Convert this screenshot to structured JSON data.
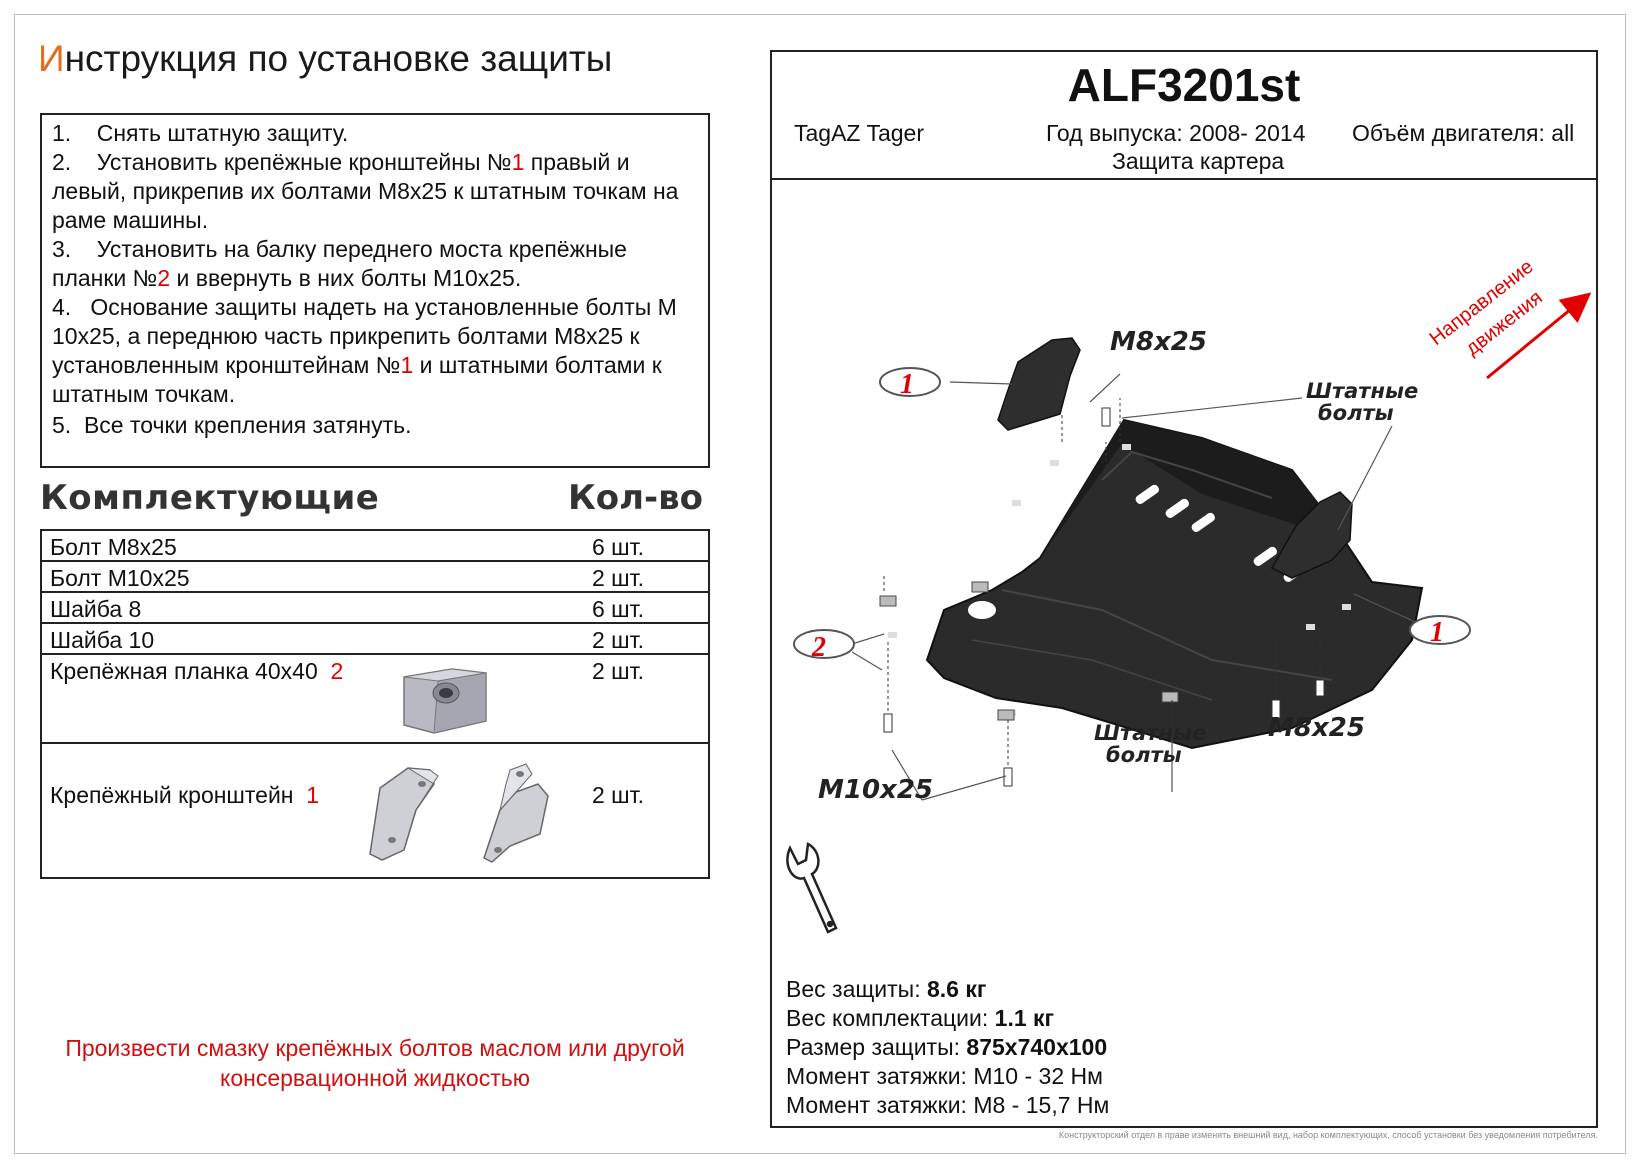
{
  "title": {
    "first_letter": "И",
    "rest": "нструкция по установке защиты"
  },
  "steps": [
    {
      "n": "1.",
      "parts": [
        "Снять штатную защиту."
      ]
    },
    {
      "n": "2.",
      "parts": [
        "Установить крепёжные кронштейны №",
        "1",
        " правый и левый, прикрепив их болтами М8х25 к штатным точкам на раме машины."
      ]
    },
    {
      "n": "3.",
      "parts": [
        "Установить на балку переднего моста крепёжные планки №",
        "2",
        " и ввернуть в них болты М10х25."
      ]
    },
    {
      "n": "4.",
      "parts": [
        "Основание защиты надеть на установленные болты М 10х25, а переднюю часть прикрепить болтами М8х25 к установленным кронштейнам №",
        "1",
        " и штатными болтами к штатным точкам."
      ]
    },
    {
      "n": "5.",
      "parts": [
        "Все точки крепления затянуть."
      ]
    }
  ],
  "kit": {
    "heading": "Комплектующие",
    "qty_heading": "Кол-во",
    "rows": [
      {
        "name": "Болт М8х25",
        "num": "",
        "qty": "6 шт."
      },
      {
        "name": "Болт М10х25",
        "num": "",
        "qty": "2 шт."
      },
      {
        "name": "Шайба 8",
        "num": "",
        "qty": "6 шт."
      },
      {
        "name": "Шайба 10",
        "num": "",
        "qty": "2 шт."
      },
      {
        "name": "Крепёжная планка 40х40",
        "num": "2",
        "qty": "2 шт."
      },
      {
        "name": "Крепёжный кронштейн",
        "num": "1",
        "qty": "2 шт."
      }
    ]
  },
  "note": "Произвести смазку крепёжных болтов маслом или другой консервационной жидкостью",
  "product": {
    "code": "ALF3201st",
    "car": "TagAZ Tager",
    "years": "Год выпуска: 2008- 2014",
    "engine": "Объём двигателя: all",
    "part": "Защита картера"
  },
  "drawing_labels": {
    "m8_top": "M8x25",
    "stock_bolts_top_1": "Штатные",
    "stock_bolts_top_2": "болты",
    "m8_bottom": "M8x25",
    "stock_bolts_bottom_1": "Штатные",
    "stock_bolts_bottom_2": "болты",
    "m10": "M10x25",
    "callout_1": "1",
    "callout_2": "2",
    "direction_1": "Направление",
    "direction_2": "движения"
  },
  "specs": [
    {
      "label": "Вес защиты: ",
      "value": "8.6 кг"
    },
    {
      "label": "Вес комплектации: ",
      "value": "1.1 кг"
    },
    {
      "label": "Размер защиты: ",
      "value": "875х740х100"
    },
    {
      "label": "Момент затяжки:  ",
      "value": "M10 - 32 Нм"
    },
    {
      "label": "Момент затяжки:  ",
      "value": "M8 - 15,7 Нм"
    }
  ],
  "disclaimer": "Конструкторский отдел в праве изменять внешний вид, набор комплектующих, способ установки без уведомления потребителя.",
  "colors": {
    "accent_red": "#e00000",
    "title_orange": "#e07020",
    "plate": "#2b2b2b"
  }
}
